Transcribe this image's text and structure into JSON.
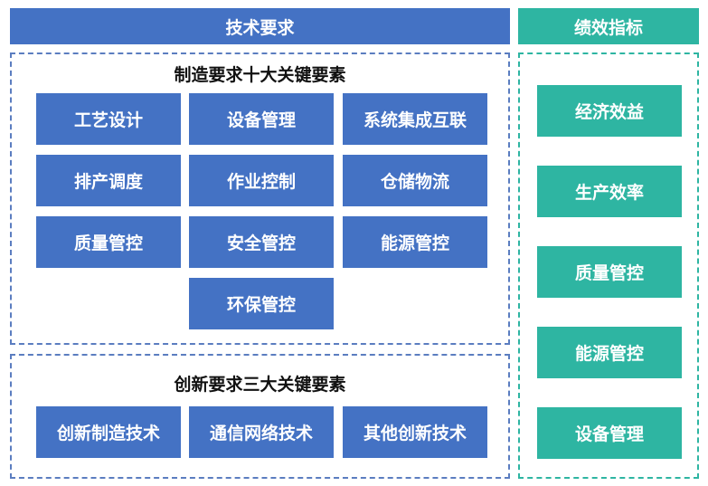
{
  "technical_requirements": {
    "header": "技术要求",
    "manufacturing": {
      "title": "制造要求十大关键要素",
      "elements": [
        "工艺设计",
        "设备管理",
        "系统集成互联",
        "排产调度",
        "作业控制",
        "仓储物流",
        "质量管控",
        "安全管控",
        "能源管控",
        "环保管控"
      ]
    },
    "innovation": {
      "title": "创新要求三大关键要素",
      "elements": [
        "创新制造技术",
        "通信网络技术",
        "其他创新技术"
      ]
    }
  },
  "performance_indicators": {
    "header": "绩效指标",
    "items": [
      "经济效益",
      "生产效率",
      "质量管控",
      "能源管控",
      "设备管理"
    ]
  },
  "colors": {
    "blue": "#4472C4",
    "teal": "#2EB5A2"
  }
}
